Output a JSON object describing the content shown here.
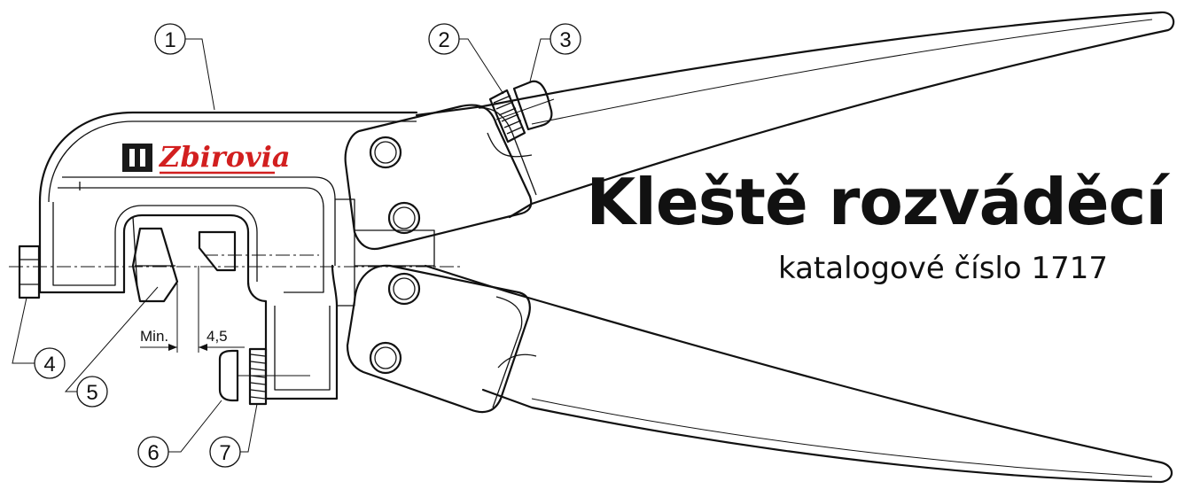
{
  "title": "Kleště rozváděcí",
  "subtitle": "katalogové číslo 1717",
  "logo": {
    "text": "Zbirovia",
    "color": "#d21f1f"
  },
  "dimension": {
    "label": "Min.",
    "value": "4,5"
  },
  "callouts": [
    "1",
    "2",
    "3",
    "4",
    "5",
    "6",
    "7"
  ]
}
